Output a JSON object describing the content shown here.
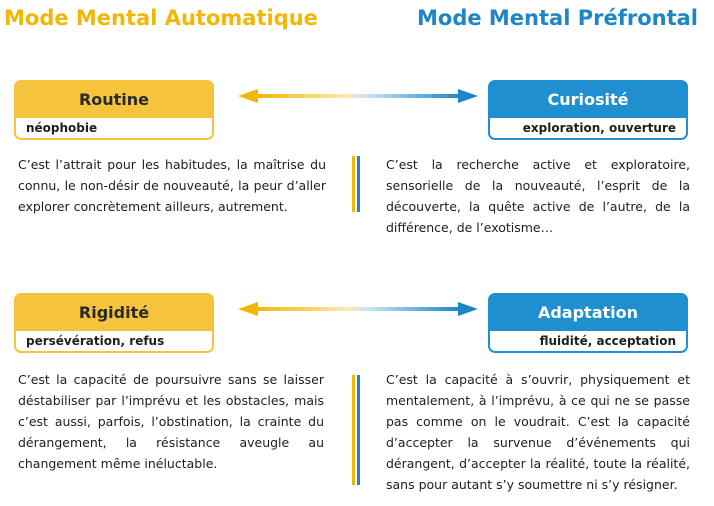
{
  "headers": {
    "left": "Mode Mental Automatique",
    "right": "Mode Mental Préfrontal"
  },
  "section1": {
    "left": {
      "title": "Routine",
      "subtitle": "néophobie",
      "text": "C’est l’attrait pour les habitudes, la maîtrise du connu, le non-désir de nouveauté, la peur d’aller explorer concrètement ailleurs, autrement."
    },
    "right": {
      "title": "Curiosité",
      "subtitle": "exploration, ouverture",
      "text": "C’est la recherche active et exploratoire, sensorielle de la nouveauté, l’esprit de la découverte, la quête active de l’autre, de la différence, de l’exotisme…"
    }
  },
  "section2": {
    "left": {
      "title": "Rigidité",
      "subtitle": "persévération, refus",
      "text": "C’est la capacité de poursuivre sans se laisser déstabiliser par l’imprévu et les obstacles, mais c’est aussi, parfois, l’obstination, la crainte du dérangement, la résistance aveugle au changement même inéluctable."
    },
    "right": {
      "title": "Adaptation",
      "subtitle": "fluidité, acceptation",
      "text": "C’est la capacité à s’ouvrir, physiquement et mentalement, à l’imprévu, à ce qui ne se passe pas comme on le voudrait. C’est la capacité d’accepter la survenue d’événements qui dérangent, d’accepter la réalité, toute la réalité, sans pour autant s’y soumettre ni s’y résigner."
    }
  },
  "colors": {
    "yellow": "#f5c43c",
    "blue": "#1f8fcf"
  },
  "icons": {
    "arrow": "double-arrow-icon"
  }
}
